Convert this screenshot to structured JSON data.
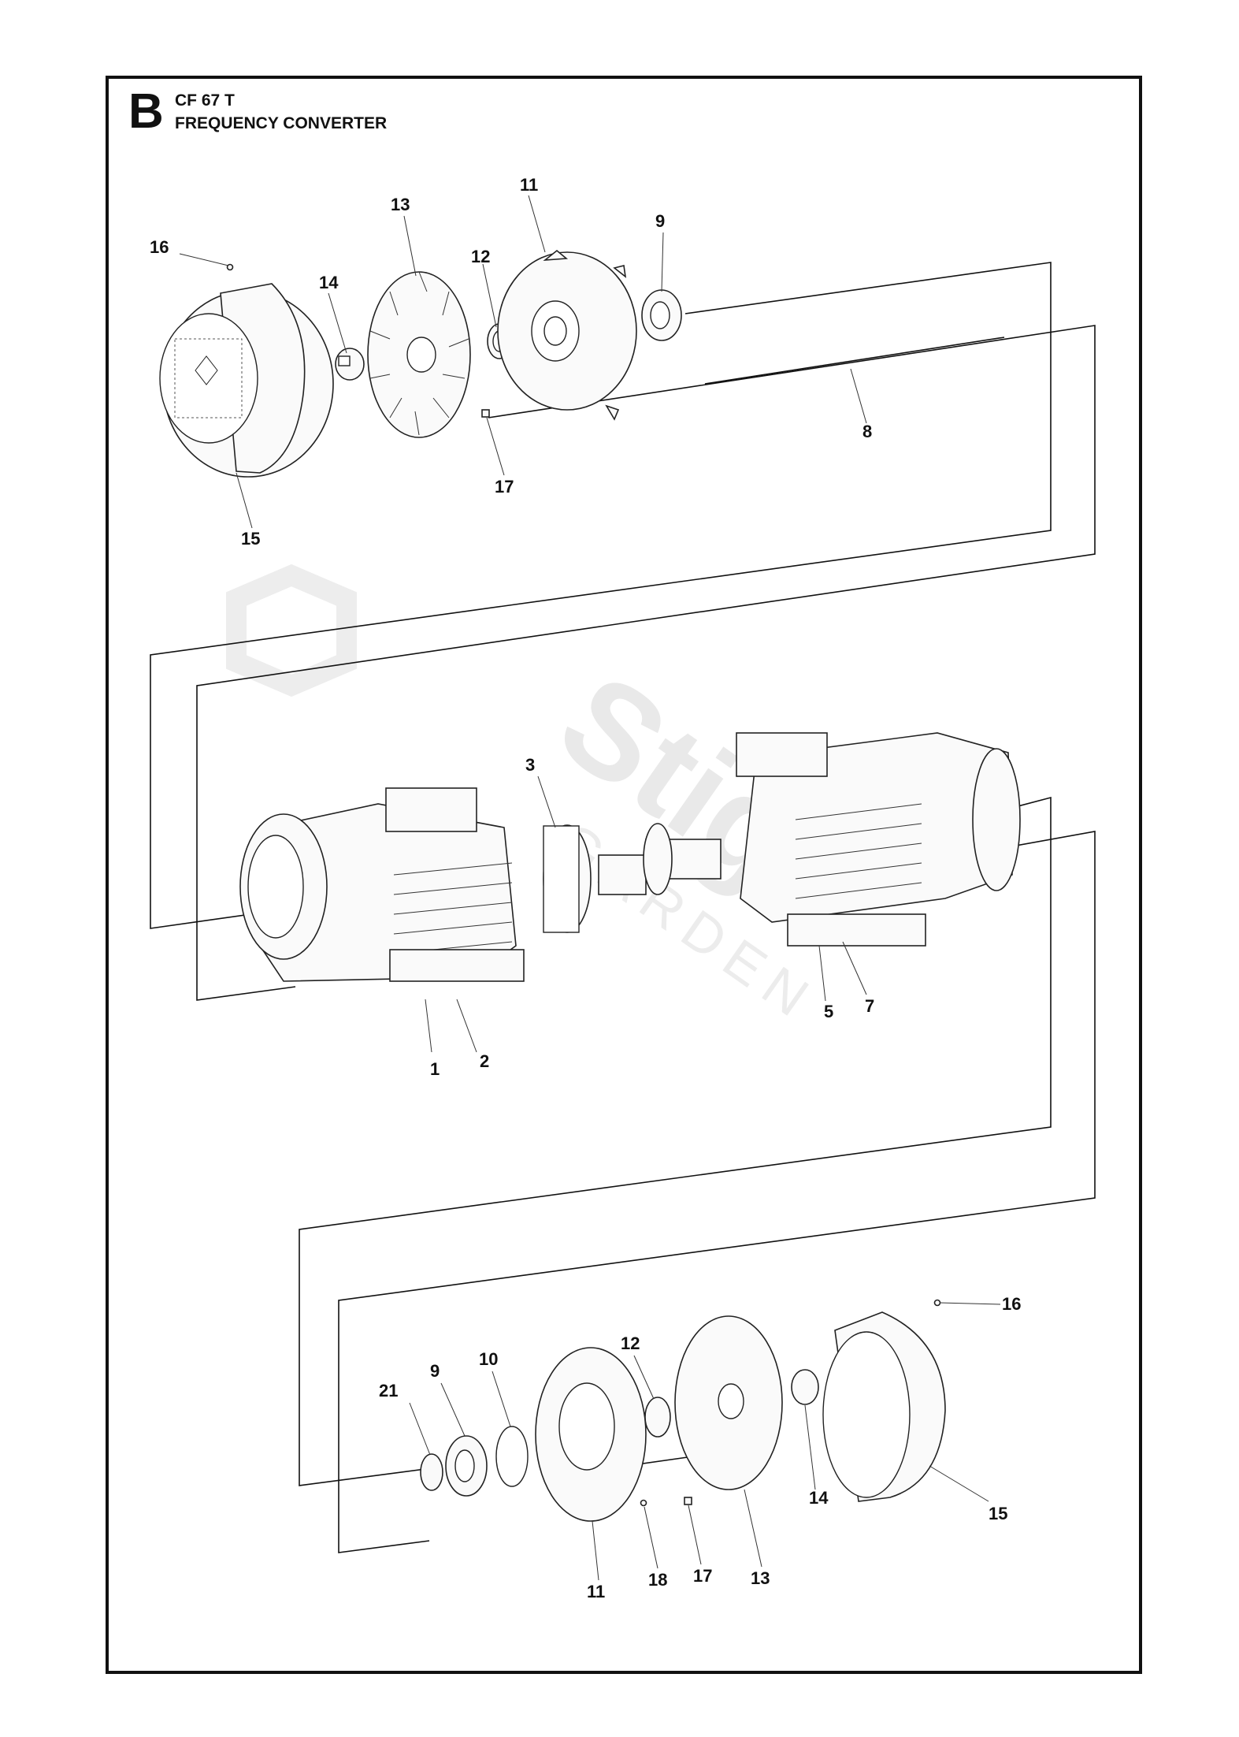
{
  "section": {
    "letter": "B",
    "code": "CF 67 T",
    "name": "FREQUENCY CONVERTER"
  },
  "watermark": {
    "brand": "Stiga",
    "sub": "GARDEN"
  },
  "callouts": {
    "top_16": "16",
    "top_14": "14",
    "top_13": "13",
    "top_12": "12",
    "top_11": "11",
    "top_9": "9",
    "top_8": "8",
    "top_17": "17",
    "top_15": "15",
    "mid_3": "3",
    "mid_1": "1",
    "mid_2": "2",
    "mid_5": "5",
    "mid_7": "7",
    "bot_16": "16",
    "bot_10": "10",
    "bot_9": "9",
    "bot_21": "21",
    "bot_12": "12",
    "bot_14": "14",
    "bot_15": "15",
    "bot_11": "11",
    "bot_18": "18",
    "bot_17": "17",
    "bot_13": "13"
  }
}
